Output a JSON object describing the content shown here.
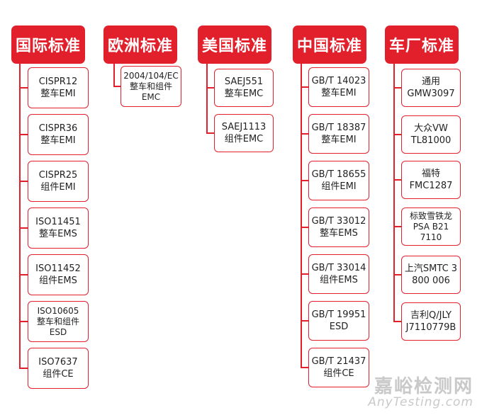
{
  "columns": [
    {
      "title": "国际标准",
      "items": [
        "CISPR12\n整车EMI",
        "CISPR36\n整车EMI",
        "CISPR25\n组件EMI",
        "ISO11451\n整车EMS",
        "ISO11452\n组件EMS",
        "ISO10605\n整车和组件\nESD",
        "ISO7637\n组件CE"
      ]
    },
    {
      "title": "欧洲标准",
      "items": [
        "2004/104/EC\n整车和组件\nEMC"
      ]
    },
    {
      "title": "美国标准",
      "items": [
        "SAEJ551\n整车EMC",
        "SAEJ1113\n组件EMC"
      ]
    },
    {
      "title": "中国标准",
      "items": [
        "GB/T 14023\n整车EMI",
        "GB/T 18387\n整车EMI",
        "GB/T 18655\n组件EMI",
        "GB/T 33012\n整车EMS",
        "GB/T 33014\n组件EMS",
        "GB/T 19951\nESD",
        "GB/T 21437\n组件CE"
      ]
    },
    {
      "title": "车厂标准",
      "items": [
        "通用\nGMW3097",
        "大众VW\nTL81000",
        "福特FMC1287",
        "标致雪铁龙\nPSA B21\n7110",
        "上汽SMTC 3\n800 006",
        "吉利Q/JLY\nJ7110779B"
      ]
    }
  ],
  "watermark": {
    "cn": "嘉峪检测网",
    "en": "AnyTesting.com"
  },
  "colors": {
    "accent": "#e2202c"
  }
}
